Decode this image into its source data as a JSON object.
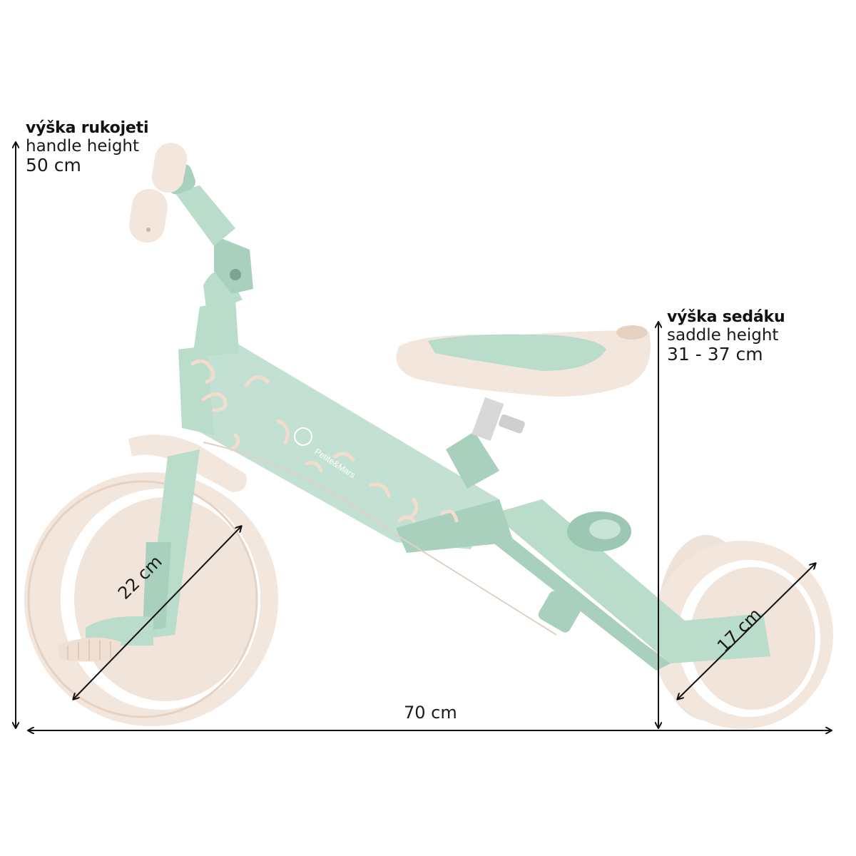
{
  "handle": {
    "title": "výška rukojeti",
    "subtitle": "handle height",
    "value": "50 cm"
  },
  "saddle": {
    "title": "výška sedáku",
    "subtitle": "saddle height",
    "value": "31 - 37 cm"
  },
  "dimensions": {
    "length": "70 cm",
    "front_wheel": "22 cm",
    "rear_wheel": "17 cm"
  },
  "brand": {
    "name": "Petite&Mars"
  },
  "colors": {
    "mint": "#b9dccb",
    "mint_dark": "#9cc8b3",
    "cream": "#f3e6dc",
    "cream_dark": "#e6d2c3",
    "arrow": "#111111"
  }
}
